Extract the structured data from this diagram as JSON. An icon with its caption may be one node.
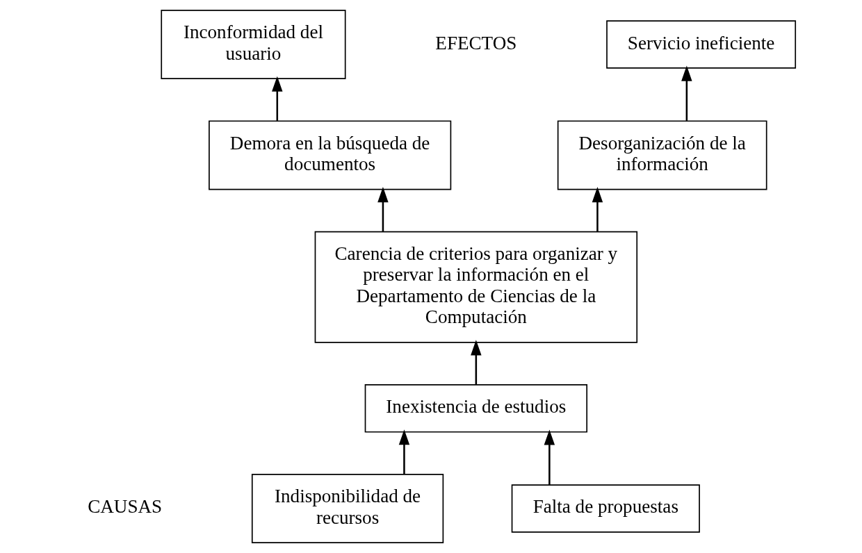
{
  "diagram": {
    "nodes": [
      {
        "text": [
          "Inconformidad del usuario"
        ]
      },
      {
        "text": [
          "Servicio ineficiente"
        ]
      },
      {
        "text": [
          "Demora en la búsqueda de documentos"
        ]
      },
      {
        "text": [
          "Desorganización de la información"
        ]
      },
      {
        "text": [
          "Carencia de criterios para organizar y preservar la información en el Departamento de Ciencias de la Computación"
        ]
      },
      {
        "text": [
          "Inexistencia de estudios"
        ]
      },
      {
        "text": [
          "Indisponibilidad de recursos"
        ]
      },
      {
        "text": [
          "Falta de propuestas"
        ]
      }
    ],
    "edges": [
      {
        "from": 2,
        "to": 0,
        "arrow": "to"
      },
      {
        "from": 3,
        "to": 1,
        "arrow": "to"
      },
      {
        "from": 4,
        "to": 2,
        "arrow": "to"
      },
      {
        "from": 4,
        "to": 3,
        "arrow": "to"
      },
      {
        "from": 5,
        "to": 4,
        "arrow": "to"
      },
      {
        "from": 6,
        "to": 5,
        "arrow": "to"
      },
      {
        "from": 7,
        "to": 5,
        "arrow": "to"
      }
    ],
    "labels": [
      "EFECTOS",
      "CAUSAS"
    ]
  }
}
